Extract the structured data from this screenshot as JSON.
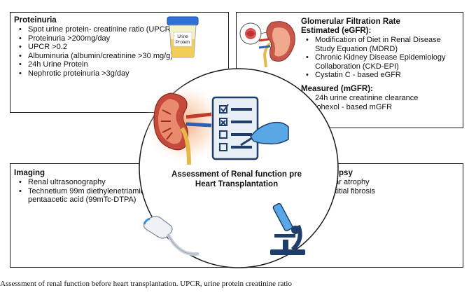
{
  "panels": {
    "proteinuria": {
      "title": "Proteinuria",
      "items": [
        "Spot urine protein- creatinine ratio (UPCR)",
        "Proteinuria >200mg/day",
        "UPCR >0.2",
        "Albuminuria (albumin/creatinine >30 mg/g)",
        "24h Urine Protein",
        "Nephrotic proteinuria >3g/day"
      ],
      "cup_label": "Urine\nProtein"
    },
    "gfr": {
      "title_line1": "Glomerular Filtration Rate",
      "title_line2": "Estimated (eGFR):",
      "estimated_items": [
        "Modification of Diet in Renal Disease Study Equation (MDRD)",
        "Chronic Kidney Disease Epidemiology Collaboration (CKD-EPI)",
        "Cystatin C - based eGFR"
      ],
      "measured_title": "Measured (mGFR):",
      "measured_items": [
        "24h urine creatinine clearance",
        "iohexol - based mGFR"
      ]
    },
    "imaging": {
      "title": "Imaging",
      "items": [
        "Renal ultrasonography",
        "Technetium 99m diethylenetriamine pentaacetic acid (99mTc-DTPA)"
      ]
    },
    "biopsy": {
      "title": "Renal Biopsy",
      "items": [
        "Tubular atrophy",
        "Interstitial fibrosis"
      ]
    }
  },
  "center": {
    "title": "Assessment of Renal function pre Heart Transplantation"
  },
  "caption": "Assessment of renal function before heart transplantation. UPCR, urine protein creatinine ratio"
}
